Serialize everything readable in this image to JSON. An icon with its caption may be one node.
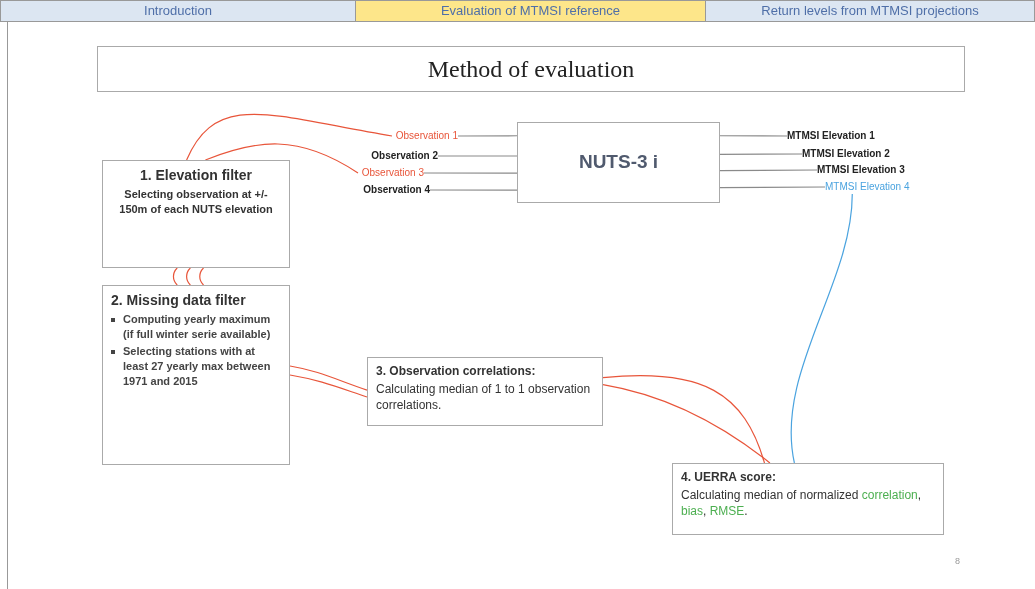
{
  "diagram": {
    "title": "Method of evaluation",
    "nodes": [
      {
        "text": [
          "Observation 1"
        ]
      },
      {
        "text": [
          "Observation 2"
        ]
      },
      {
        "text": [
          "Observation 3"
        ]
      },
      {
        "text": [
          "Observation 4"
        ]
      },
      {
        "text": [
          "NUTS-3 i"
        ]
      },
      {
        "text": [
          "MTMSI Elevation 1"
        ]
      },
      {
        "text": [
          "MTMSI Elevation 2"
        ]
      },
      {
        "text": [
          "MTMSI Elevation 3"
        ]
      },
      {
        "text": [
          "MTMSI Elevation 4"
        ]
      },
      {
        "text": [
          "1. Elevation filter",
          "Selecting observation at +/- 150m of each NUTS elevation"
        ]
      },
      {
        "text": [
          "2. Missing data filter",
          "Computing yearly maximum (if full winter serie available)",
          "Selecting stations with at least 27 yearly max between 1971 and 2015"
        ]
      },
      {
        "text": [
          "3. Observation correlations:",
          "Calculating median of 1 to 1 observation correlations."
        ]
      },
      {
        "text": [
          "4. UERRA score:",
          "Calculating median of normalized *correlation*, *bias*, *RMSE*."
        ]
      }
    ],
    "edges": [
      {
        "from": 0,
        "to": 4,
        "arrow": "none",
        "color": "#8a8a8a"
      },
      {
        "from": 1,
        "to": 4,
        "arrow": "none",
        "color": "#8a8a8a"
      },
      {
        "from": 2,
        "to": 4,
        "arrow": "none",
        "color": "#8a8a8a"
      },
      {
        "from": 3,
        "to": 4,
        "arrow": "none",
        "color": "#8a8a8a"
      },
      {
        "from": 4,
        "to": 5,
        "arrow": "none",
        "color": "#8a8a8a"
      },
      {
        "from": 4,
        "to": 6,
        "arrow": "none",
        "color": "#8a8a8a"
      },
      {
        "from": 4,
        "to": 7,
        "arrow": "none",
        "color": "#8a8a8a"
      },
      {
        "from": 4,
        "to": 8,
        "arrow": "none",
        "color": "#8a8a8a"
      },
      {
        "from": 9,
        "to": 0,
        "arrow": "none",
        "color": "#e8553a"
      },
      {
        "from": 9,
        "to": 2,
        "arrow": "none",
        "color": "#e8553a"
      },
      {
        "from": 9,
        "to": 10,
        "arrow": "none",
        "color": "#e8553a"
      },
      {
        "from": 9,
        "to": 10,
        "arrow": "none",
        "color": "#e8553a"
      },
      {
        "from": 9,
        "to": 10,
        "arrow": "none",
        "color": "#e8553a"
      },
      {
        "from": 10,
        "to": 11,
        "arrow": "none",
        "color": "#e8553a"
      },
      {
        "from": 10,
        "to": 11,
        "arrow": "none",
        "color": "#e8553a"
      },
      {
        "from": 11,
        "to": 12,
        "arrow": "none",
        "color": "#e8553a"
      },
      {
        "from": 11,
        "to": 12,
        "arrow": "none",
        "color": "#e8553a"
      },
      {
        "from": 8,
        "to": 12,
        "arrow": "none",
        "color": "#4aa3df"
      }
    ],
    "labels": [
      "Introduction",
      "Evaluation of MTMSI reference",
      "Return levels from MTMSI projections",
      "8"
    ]
  }
}
